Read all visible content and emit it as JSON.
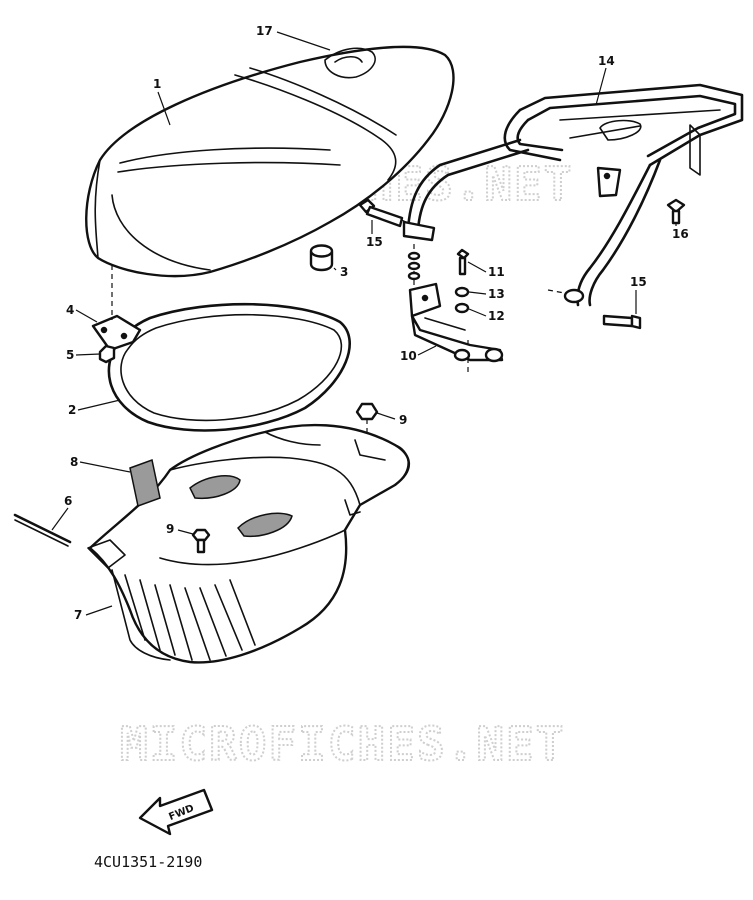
{
  "diagram": {
    "part_numbers": {
      "p1": "1",
      "p2": "2",
      "p3": "3",
      "p4": "4",
      "p5": "5",
      "p6": "6",
      "p7": "7",
      "p8": "8",
      "p9a": "9",
      "p9b": "9",
      "p10": "10",
      "p11": "11",
      "p12": "12",
      "p13": "13",
      "p14": "14",
      "p15a": "15",
      "p15b": "15",
      "p16": "16",
      "p17": "17"
    },
    "watermark_top": "MICROFICHES.NET",
    "watermark_bottom": "MICROFICHES.NET",
    "direction_label": "FWD",
    "drawing_code": "4CU1351-2190"
  }
}
